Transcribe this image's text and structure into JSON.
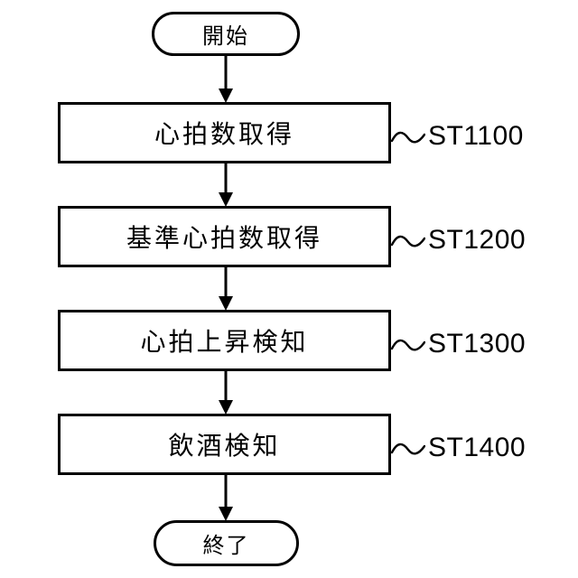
{
  "flow": {
    "type": "flowchart",
    "start_label": "開始",
    "end_label": "終了",
    "steps": [
      {
        "label": "心拍数取得",
        "ref": "ST1100"
      },
      {
        "label": "基準心拍数取得",
        "ref": "ST1200"
      },
      {
        "label": "心拍上昇検知",
        "ref": "ST1300"
      },
      {
        "label": "飲酒検知",
        "ref": "ST1400"
      }
    ],
    "colors": {
      "line": "#000000",
      "background": "#ffffff"
    }
  }
}
